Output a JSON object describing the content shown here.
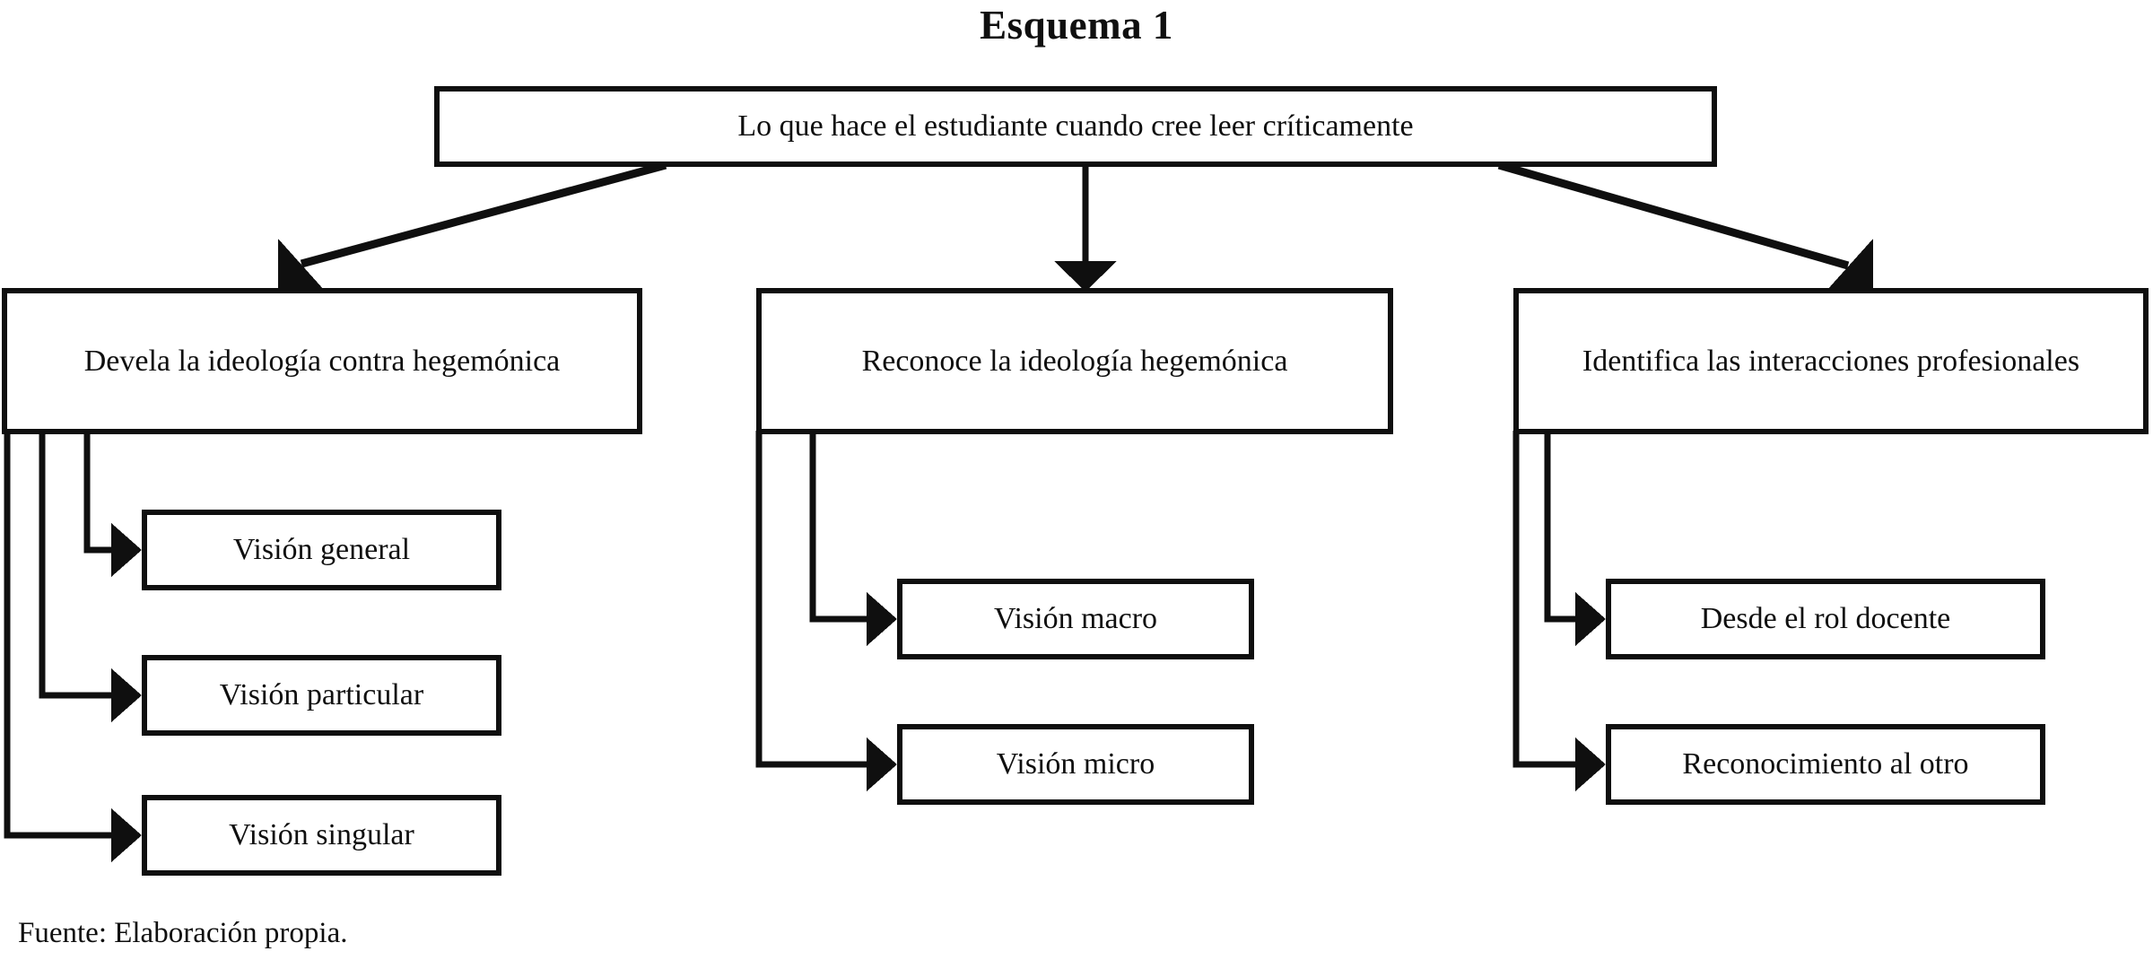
{
  "title": "Esquema 1",
  "root": {
    "label": "Lo que hace el estudiante cuando cree leer críticamente"
  },
  "branches": [
    {
      "label": "Devela la ideología contra hegemónica",
      "children": [
        "Visión general",
        "Visión particular",
        "Visión singular"
      ]
    },
    {
      "label": "Reconoce la ideología hegemónica",
      "children": [
        "Visión macro",
        "Visión micro"
      ]
    },
    {
      "label": "Identifica las interacciones profesionales",
      "children": [
        "Desde el rol docente",
        "Reconocimiento al otro"
      ]
    }
  ],
  "source_note": "Fuente: Elaboración propia.",
  "colors": {
    "line": "#0f0f0f",
    "background": "#ffffff",
    "text": "#0f0f0f"
  }
}
